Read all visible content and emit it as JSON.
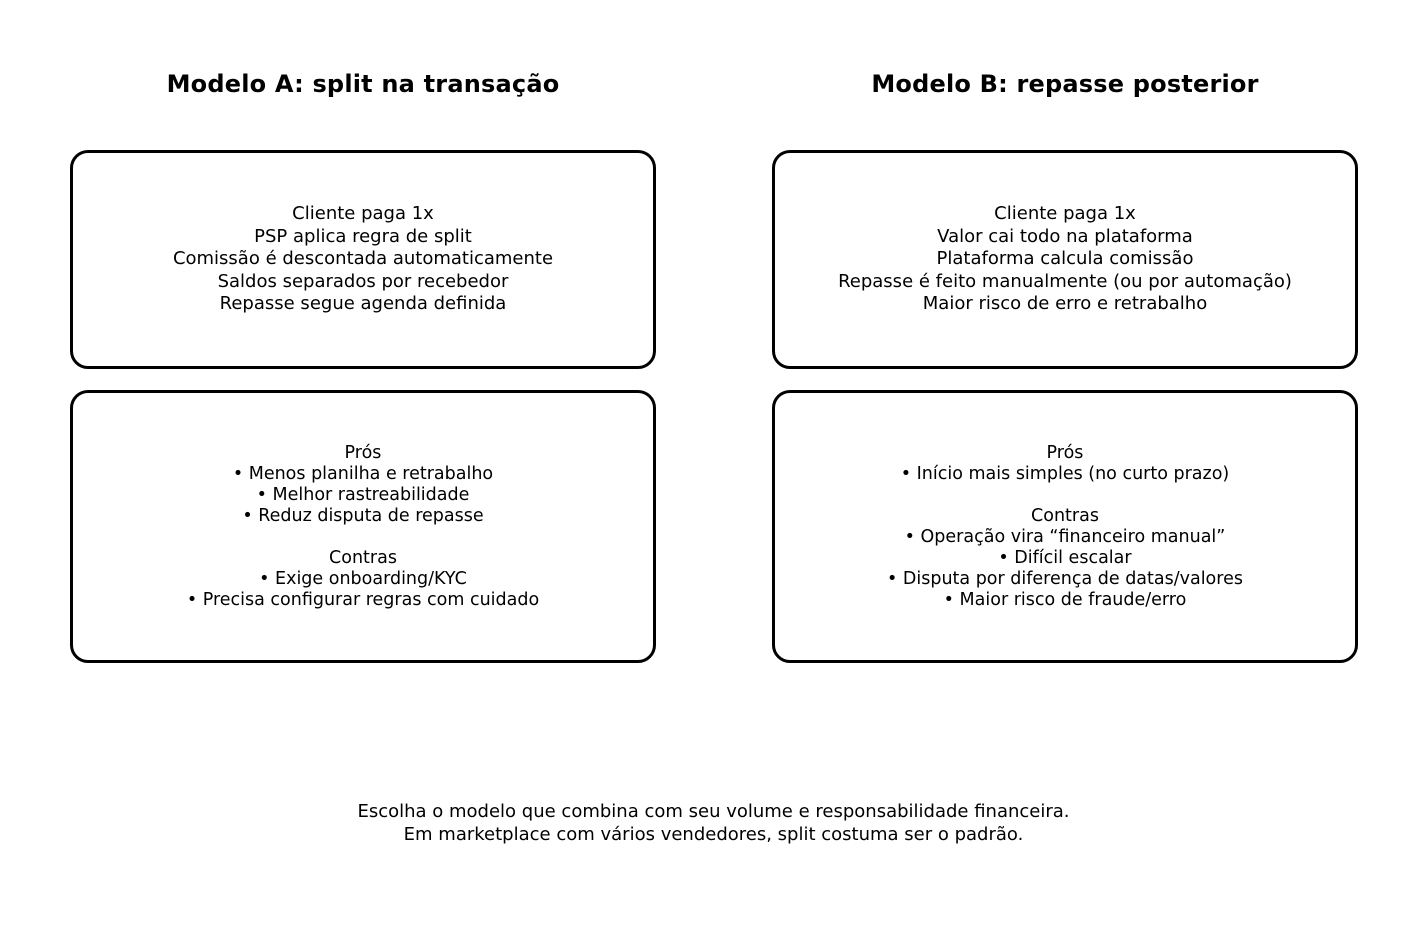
{
  "page": {
    "background_color": "#ffffff",
    "text_color": "#000000",
    "box_border_color": "#000000"
  },
  "columns": [
    {
      "title": "Modelo A: split na transação",
      "mechanism_box": {
        "lines": [
          "Cliente paga 1x",
          "PSP aplica regra de split",
          "Comissão é descontada automaticamente",
          "Saldos separados por recebedor",
          "Repasse segue agenda definida"
        ]
      },
      "pros_cons_box": {
        "lines": [
          "Prós",
          "• Menos planilha e retrabalho",
          "• Melhor rastreabilidade",
          "• Reduz disputa de repasse",
          "",
          "Contras",
          "• Exige onboarding/KYC",
          "• Precisa configurar regras com cuidado"
        ]
      }
    },
    {
      "title": "Modelo B: repasse posterior",
      "mechanism_box": {
        "lines": [
          "Cliente paga 1x",
          "Valor cai todo na plataforma",
          "Plataforma calcula comissão",
          "Repasse é feito manualmente (ou por automação)",
          "Maior risco de erro e retrabalho"
        ]
      },
      "pros_cons_box": {
        "lines": [
          "Prós",
          "• Início mais simples (no curto prazo)",
          "",
          "Contras",
          "• Operação vira “financeiro manual”",
          "• Difícil escalar",
          "• Disputa por diferença de datas/valores",
          "• Maior risco de fraude/erro"
        ]
      }
    }
  ],
  "footer": {
    "lines": [
      "Escolha o modelo que combina com seu volume e responsabilidade financeira.",
      "Em marketplace com vários vendedores, split costuma ser o padrão."
    ]
  }
}
